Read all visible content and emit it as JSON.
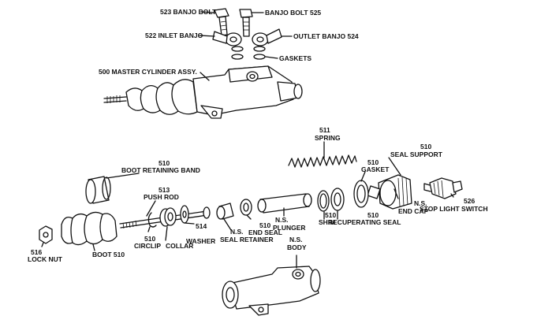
{
  "labels": {
    "banjo_bolt_523": "523 BANJO BOLT",
    "banjo_bolt_525": "BANJO BOLT 525",
    "inlet_banjo": "522 INLET BANJO",
    "outlet_banjo": "OUTLET BANJO 524",
    "gaskets": "GASKETS",
    "master_cylinder": "500 MASTER CYLINDER ASSY.",
    "spring_num": "511",
    "spring": "SPRING",
    "seal_support_num": "510",
    "seal_support": "SEAL SUPPORT",
    "gasket_num": "510",
    "gasket": "GASKET",
    "boot_band_num": "510",
    "boot_band": "BOOT RETAINING BAND",
    "push_rod_num": "513",
    "push_rod": "PUSH ROD",
    "stop_switch_num": "526",
    "stop_switch": "STOP LIGHT SWITCH",
    "end_cap_ns": "N.S.",
    "end_cap": "END CAP",
    "recup_num": "510",
    "recup": "RECUPERATING SEAL",
    "shim_num": "510",
    "shim": "SHIM",
    "plunger_ns": "N.S.",
    "plunger": "PLUNGER",
    "end_seal_num": "510",
    "end_seal": "END SEAL",
    "seal_ret_ns": "N.S.",
    "seal_ret": "SEAL RETAINER",
    "washer_num": "514",
    "washer": "WASHER",
    "collar": "COLLAR",
    "circlip_num": "510",
    "circlip": "CIRCLIP",
    "boot": "BOOT 510",
    "lock_nut_num": "516",
    "lock_nut": "LOCK NUT",
    "body_ns": "N.S.",
    "body": "BODY"
  }
}
